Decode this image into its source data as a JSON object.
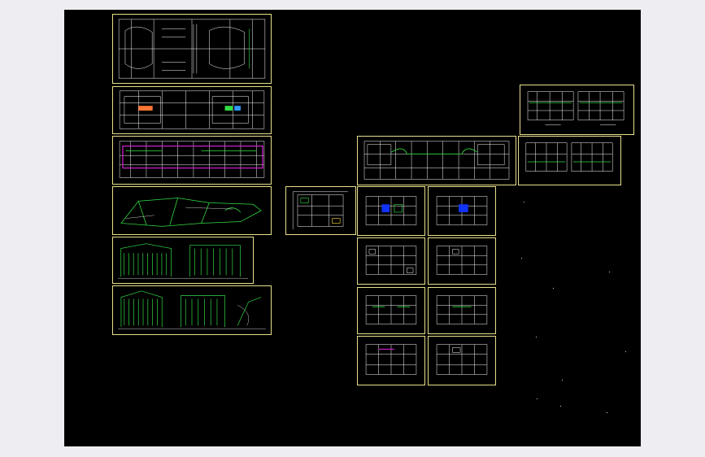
{
  "viewer": {
    "background": "#eeeef2",
    "canvas_color": "#000000",
    "frame_color": "#e7e08a",
    "line_color": "#ffffff",
    "accent_green": "#33dd44",
    "accent_magenta": "#cc22cc",
    "accent_blue": "#1133ff"
  },
  "sheets": [
    {
      "id": "plan-long-a",
      "kind": "grid-plan"
    },
    {
      "id": "plan-long-b",
      "kind": "grid-plan-color"
    },
    {
      "id": "plan-long-c",
      "kind": "grid-plan-magenta"
    },
    {
      "id": "site-plan",
      "kind": "site"
    },
    {
      "id": "section-a",
      "kind": "section"
    },
    {
      "id": "section-b",
      "kind": "section"
    },
    {
      "id": "floor-plan-small",
      "kind": "floor"
    },
    {
      "id": "elevation-long",
      "kind": "elevation"
    },
    {
      "id": "elevation-right-a",
      "kind": "elevation-small"
    },
    {
      "id": "elevation-right-b",
      "kind": "elevation-small"
    },
    {
      "id": "floor-1",
      "kind": "floor-blue"
    },
    {
      "id": "floor-2",
      "kind": "floor-blue"
    },
    {
      "id": "floor-3",
      "kind": "floor"
    },
    {
      "id": "floor-4",
      "kind": "floor"
    },
    {
      "id": "floor-5",
      "kind": "floor-green"
    },
    {
      "id": "floor-6",
      "kind": "floor-green"
    },
    {
      "id": "floor-7",
      "kind": "floor-magenta"
    },
    {
      "id": "floor-8",
      "kind": "floor"
    }
  ]
}
